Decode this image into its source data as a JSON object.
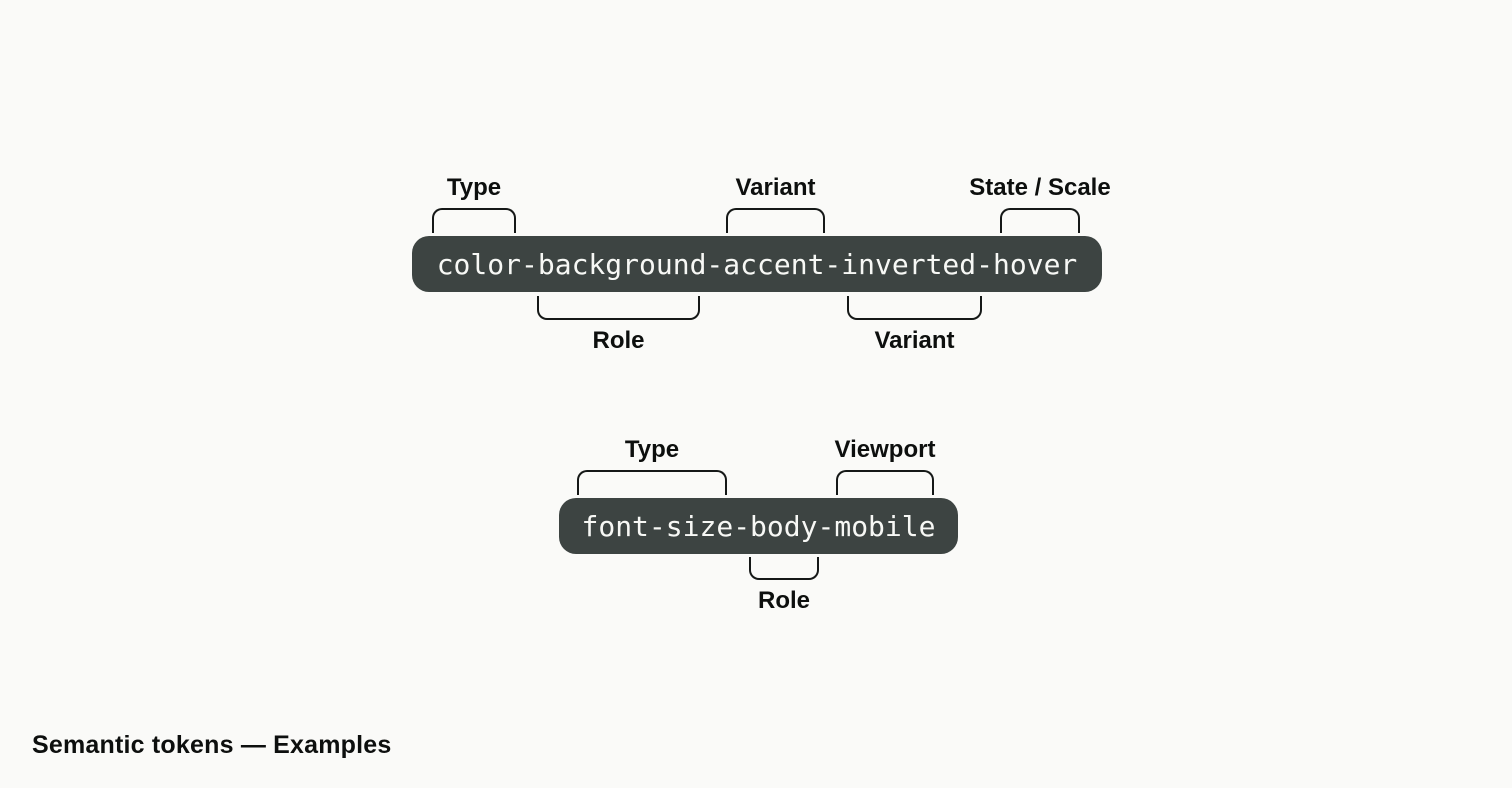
{
  "canvas": {
    "background": "#fafaf8"
  },
  "colors": {
    "pill_bg": "#3d4442",
    "pill_text": "#f7f8f5",
    "bracket_stroke": "#151817",
    "label_text": "#0d0f0e"
  },
  "caption": {
    "title": "Semantic tokens — Examples"
  },
  "diagram1": {
    "token": "color-background-accent-inverted-hover",
    "top": [
      {
        "label": "Type",
        "over_segment": "color"
      },
      {
        "label": "Variant",
        "over_segment": "accent"
      },
      {
        "label": "State / Scale",
        "over_segment": "hover"
      }
    ],
    "bottom": [
      {
        "label": "Role",
        "over_segment": "background"
      },
      {
        "label": "Variant",
        "over_segment": "inverted"
      }
    ]
  },
  "diagram2": {
    "token": "font-size-body-mobile",
    "top": [
      {
        "label": "Type",
        "over_segment": "font-size"
      },
      {
        "label": "Viewport",
        "over_segment": "mobile"
      }
    ],
    "bottom": [
      {
        "label": "Role",
        "over_segment": "body"
      }
    ]
  }
}
